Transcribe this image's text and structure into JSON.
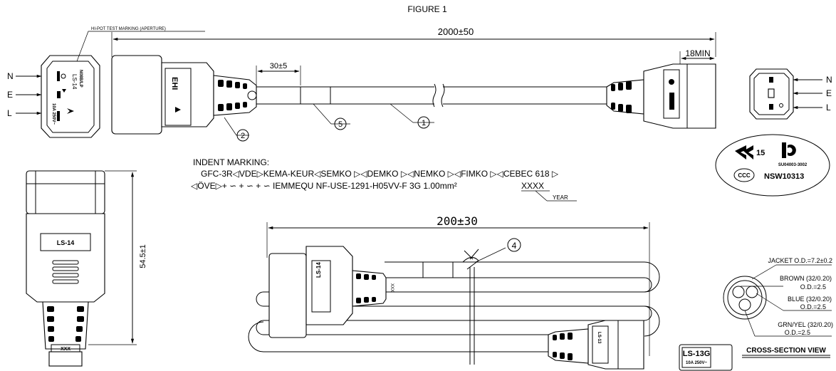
{
  "figure_title": "FIGURE 1",
  "hipot_label": "HI-POT TEST MARKING (APERTURE)",
  "dims": {
    "overall_length": "2000±50",
    "strip_length": "30±5",
    "min_length": "18MIN",
    "bundle_length": "200±30",
    "plug_height": "54.5±1"
  },
  "balloons": {
    "b1": "1",
    "b2": "2",
    "b4": "4",
    "b5": "5"
  },
  "pins_left": {
    "n": "N",
    "e": "E",
    "l": "L"
  },
  "pins_right": {
    "n": "N",
    "e": "E",
    "l": "L"
  },
  "connector_left_face": {
    "model": "LS-14",
    "rating": "10A 250V~",
    "code": "N08B/LP"
  },
  "indent_marking": {
    "heading": "INDENT MARKING:",
    "line1": "GFC-3R◁VDE▷KEMA-KEUR◁SEMKO ▷◁DEMKO ▷◁NEMKO ▷◁FIMKO ▷◁CEBEC 618 ▷",
    "line2": "◁ÖVE▷+ ∽ + ∽ + ∽ IEMMEQU NF-USE-1291-H05VV-F 3G 1.00mm²",
    "year_code": "XXXX",
    "year_label": "YEAR"
  },
  "certifications": {
    "cert1": "15",
    "cert2": "SU04003-3002",
    "cert3": "NSW10313"
  },
  "plug_side": {
    "label": "LS-14",
    "code": "XXX"
  },
  "bundle": {
    "label": "LS-14",
    "label2": "LS-13",
    "code": "XXX"
  },
  "cross_section": {
    "jacket": "JACKET O.D.=7.2±0.2",
    "brown": "BROWN (32/0.20)",
    "brown_od": "O.D.=2.5",
    "blue": "BLUE (32/0.20)",
    "blue_od": "O.D.=2.5",
    "grn": "GRN/YEL (32/0.20)",
    "grn_od": "O.D.=2.5",
    "title": "CROSS-SECTION VIEW"
  },
  "badge": {
    "model": "LS-13G",
    "rating": "10A 250V~"
  }
}
